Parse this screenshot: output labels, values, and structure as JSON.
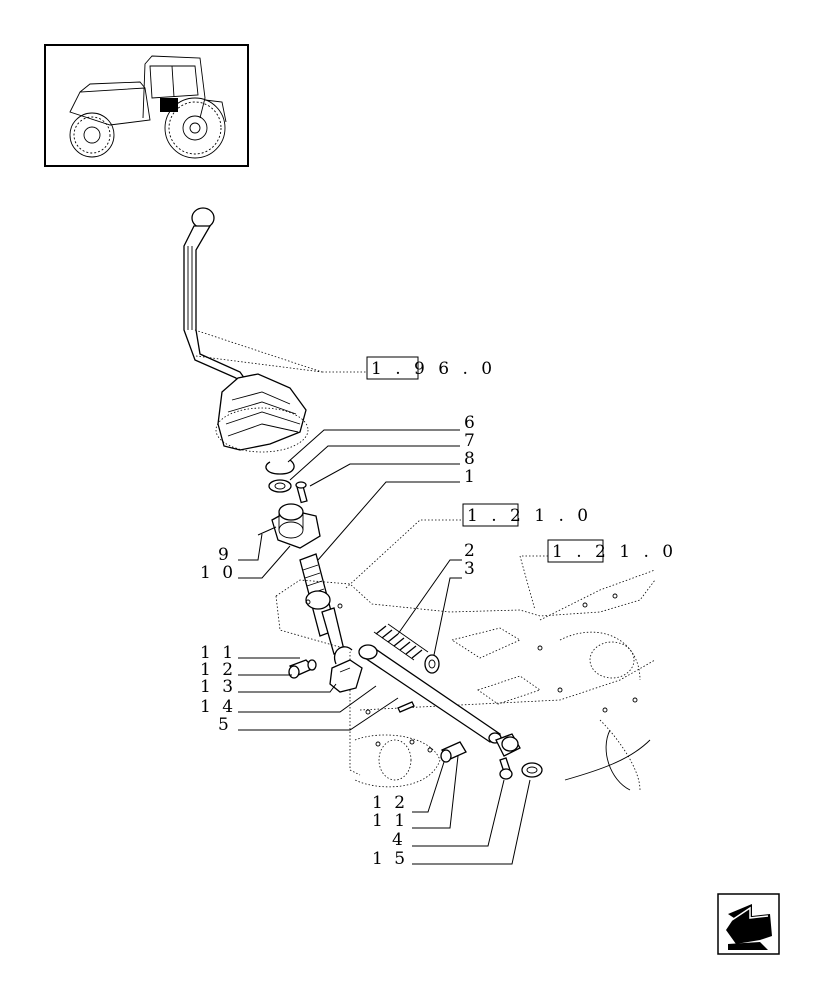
{
  "thumbnail": {
    "icon": "tractor-icon"
  },
  "references": [
    {
      "text": "1 . 9 6 . 0",
      "boxed": "1 . 9"
    },
    {
      "text": "1 . 2 1 . 0",
      "boxed": "1 . 2"
    },
    {
      "text": "1 . 2 1 . 0",
      "boxed": "1 . 2"
    }
  ],
  "callouts": [
    {
      "label": "6"
    },
    {
      "label": "7"
    },
    {
      "label": "8"
    },
    {
      "label": "1"
    },
    {
      "label": "9"
    },
    {
      "label": "1 0"
    },
    {
      "label": "2"
    },
    {
      "label": "3"
    },
    {
      "label": "1 1"
    },
    {
      "label": "1 2"
    },
    {
      "label": "1 3"
    },
    {
      "label": "1 4"
    },
    {
      "label": "5"
    },
    {
      "label": "1 2"
    },
    {
      "label": "1 1"
    },
    {
      "label": "4"
    },
    {
      "label": "1 5"
    }
  ],
  "navigation": {
    "icon": "arrow-back-icon"
  },
  "colors": {
    "ink": "#000000",
    "background": "#ffffff"
  }
}
